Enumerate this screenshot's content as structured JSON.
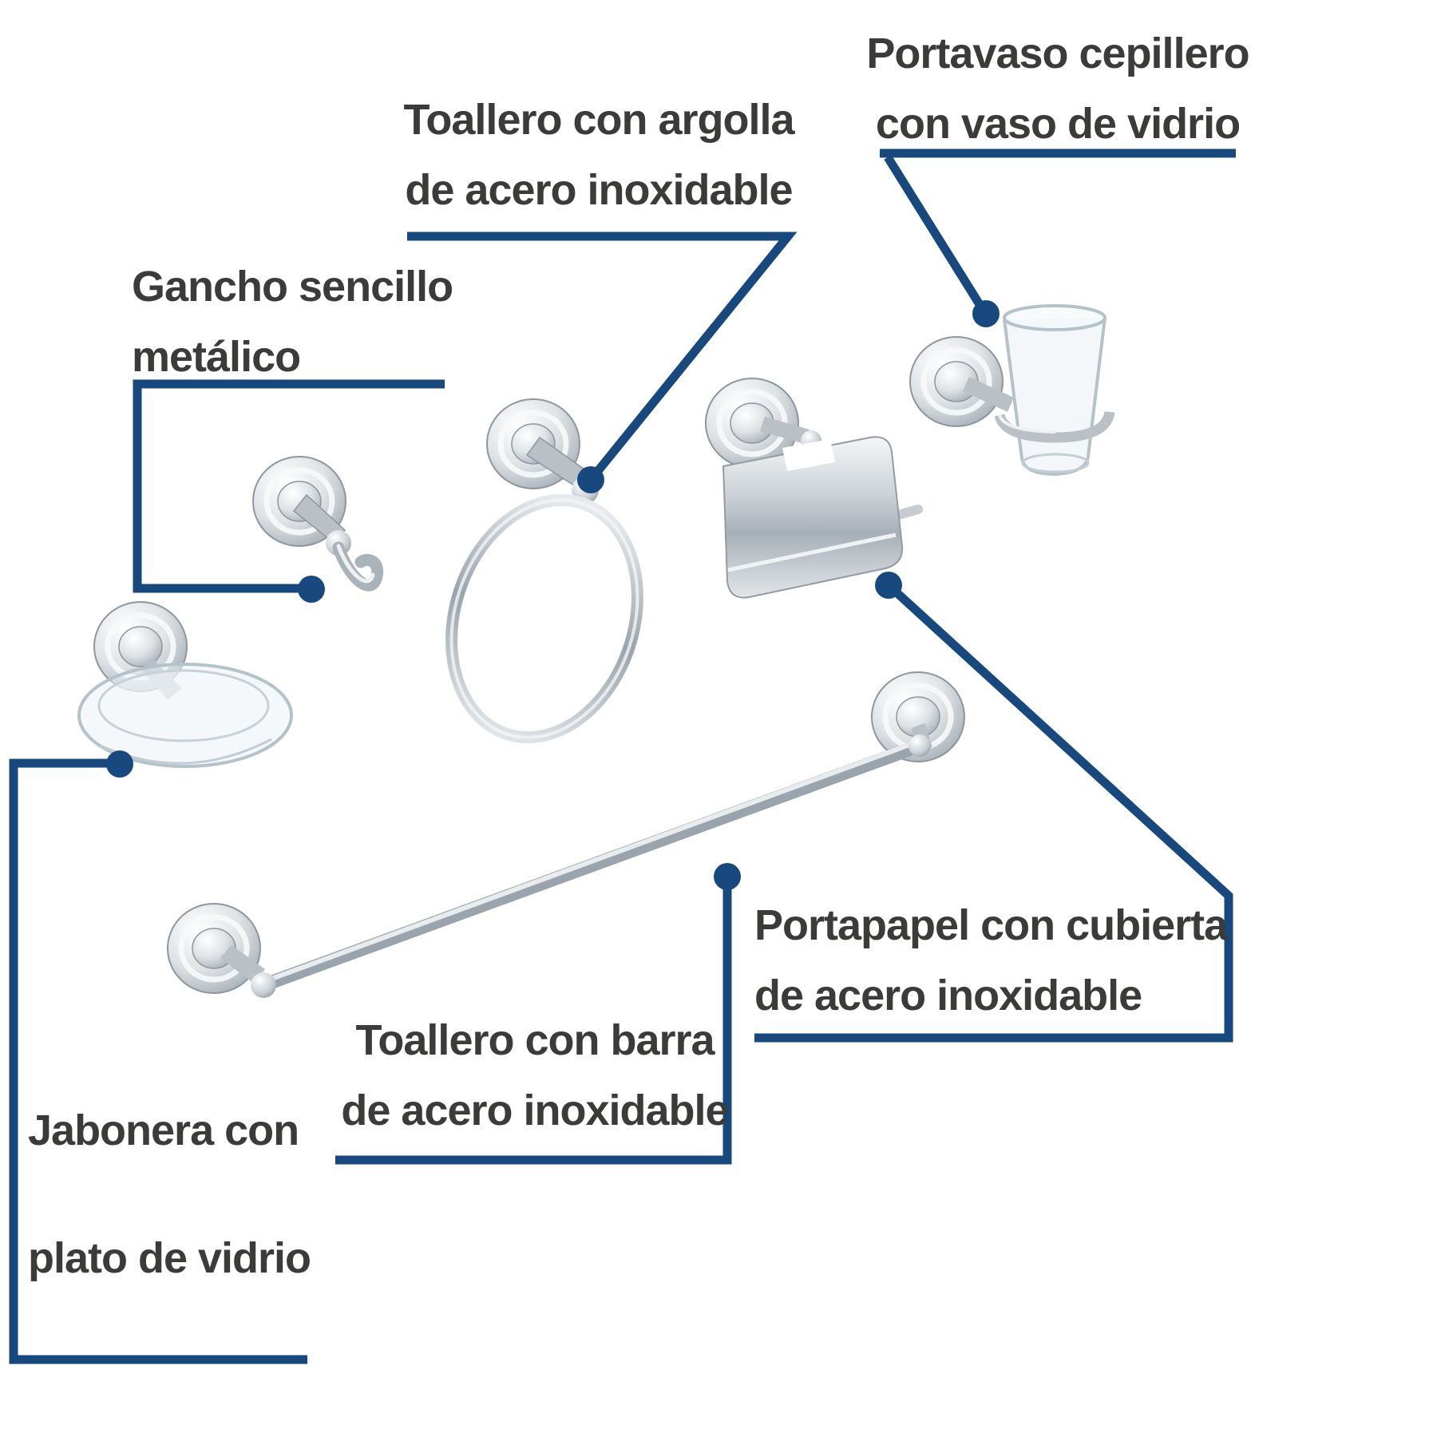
{
  "page": {
    "background": "#ffffff",
    "accent_color": "#17497f",
    "text_color": "#3b3b3a",
    "chrome_color": "#aab3ba",
    "glass_color": "#eaf1f5"
  },
  "callouts": {
    "towel_ring": {
      "line1": "Toallero con argolla",
      "line2": "de acero inoxidable"
    },
    "cup_holder": {
      "line1": "Portavaso cepillero",
      "line2": "con vaso de vidrio"
    },
    "hook": {
      "line1": "Gancho sencillo",
      "line2": "metálico"
    },
    "soap_dish": {
      "line1": "Jabonera con",
      "line2": "plato de vidrio"
    },
    "towel_bar": {
      "line1": "Toallero con barra",
      "line2": "de acero inoxidable"
    },
    "paper_holder": {
      "line1": "Portapapel con cubierta",
      "line2": "de acero inoxidable"
    }
  }
}
